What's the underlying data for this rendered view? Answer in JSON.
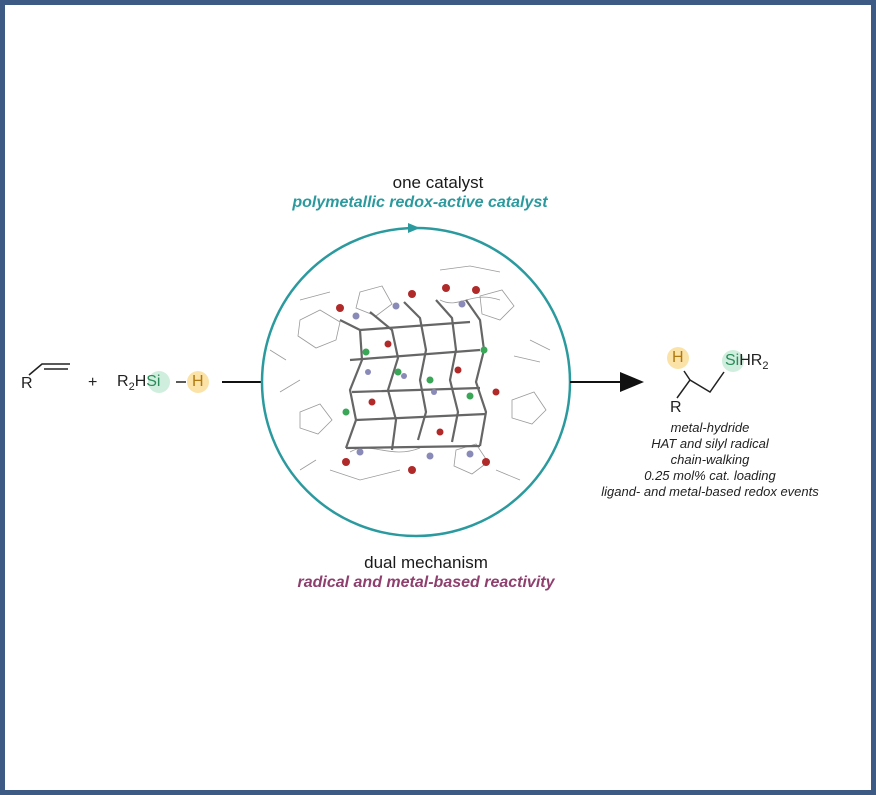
{
  "header": {
    "title": "one catalyst",
    "subtitle": "polymetallic redox-active catalyst"
  },
  "footer": {
    "title": "dual mechanism",
    "subtitle": "radical and metal-based reactivity"
  },
  "reactants": {
    "alkene_substituent": "R",
    "plus": "+",
    "silane_prefix": "R",
    "silane_sub": "2",
    "silane_hsi_h": "H",
    "silane_si": "Si",
    "silane_h": "H"
  },
  "product": {
    "h_label": "H",
    "si_label": "Si",
    "hr_label": "HR",
    "hr_sub": "2",
    "r_label": "R"
  },
  "notes": [
    "metal-hydride",
    "HAT and silyl radical",
    "chain-walking",
    "0.25 mol% cat. loading",
    "ligand- and metal-based redox events"
  ],
  "colors": {
    "frame": "#3d5a85",
    "teal": "#2b9a9e",
    "purple": "#8e3f6e",
    "si_highlight": "#cfeedd",
    "h_highlight": "#fbe3a8"
  }
}
